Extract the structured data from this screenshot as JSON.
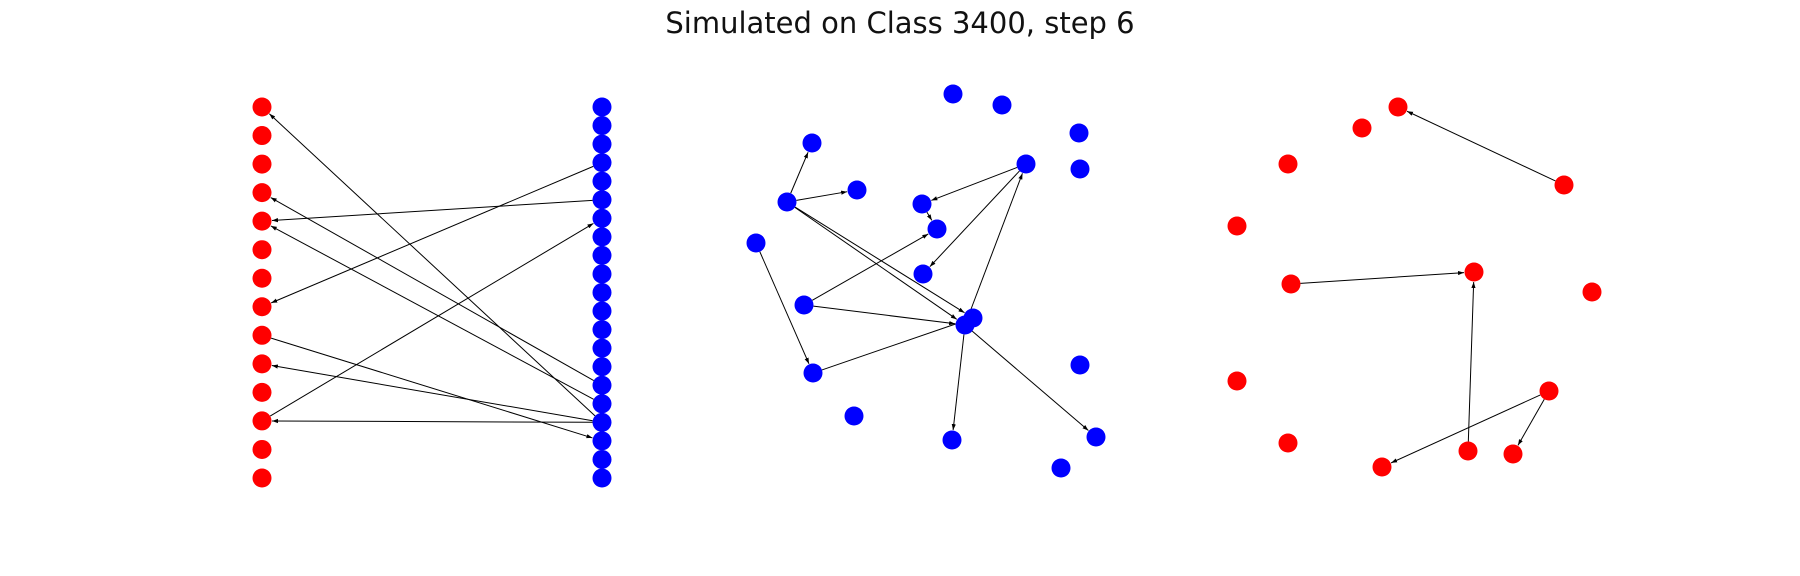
{
  "title": "Simulated on Class 3400, step 6",
  "colors": {
    "red": "#ff0000",
    "blue": "#0000ff",
    "edge": "#000000"
  },
  "panels": [
    {
      "id": "bipartite",
      "left_nodes": 14,
      "right_nodes": 21,
      "edges": [
        [
          "R17",
          "L0"
        ],
        [
          "R15",
          "L3"
        ],
        [
          "R16",
          "L4"
        ],
        [
          "R5",
          "L4"
        ],
        [
          "R3",
          "L7"
        ],
        [
          "L11",
          "R6"
        ],
        [
          "L8",
          "R18"
        ],
        [
          "R17",
          "L9"
        ],
        [
          "R17",
          "L11"
        ]
      ]
    },
    {
      "id": "blue-graph",
      "edges": [
        [
          "b8",
          "b3"
        ],
        [
          "b8",
          "b6"
        ],
        [
          "b8",
          "b13"
        ],
        [
          "b8",
          "b14"
        ],
        [
          "b12",
          "b9"
        ],
        [
          "b12",
          "b14"
        ],
        [
          "b14",
          "b19"
        ],
        [
          "b14",
          "b18"
        ],
        [
          "b14",
          "b4"
        ],
        [
          "b4",
          "b7"
        ],
        [
          "b4",
          "b11"
        ],
        [
          "b7",
          "b9"
        ],
        [
          "b10",
          "b15"
        ],
        [
          "b15",
          "b13"
        ]
      ]
    },
    {
      "id": "red-graph",
      "edges": [
        [
          "r3",
          "r0"
        ],
        [
          "r6",
          "r5"
        ],
        [
          "r10",
          "r5"
        ],
        [
          "r9",
          "r13"
        ],
        [
          "r9",
          "r11"
        ]
      ]
    }
  ]
}
